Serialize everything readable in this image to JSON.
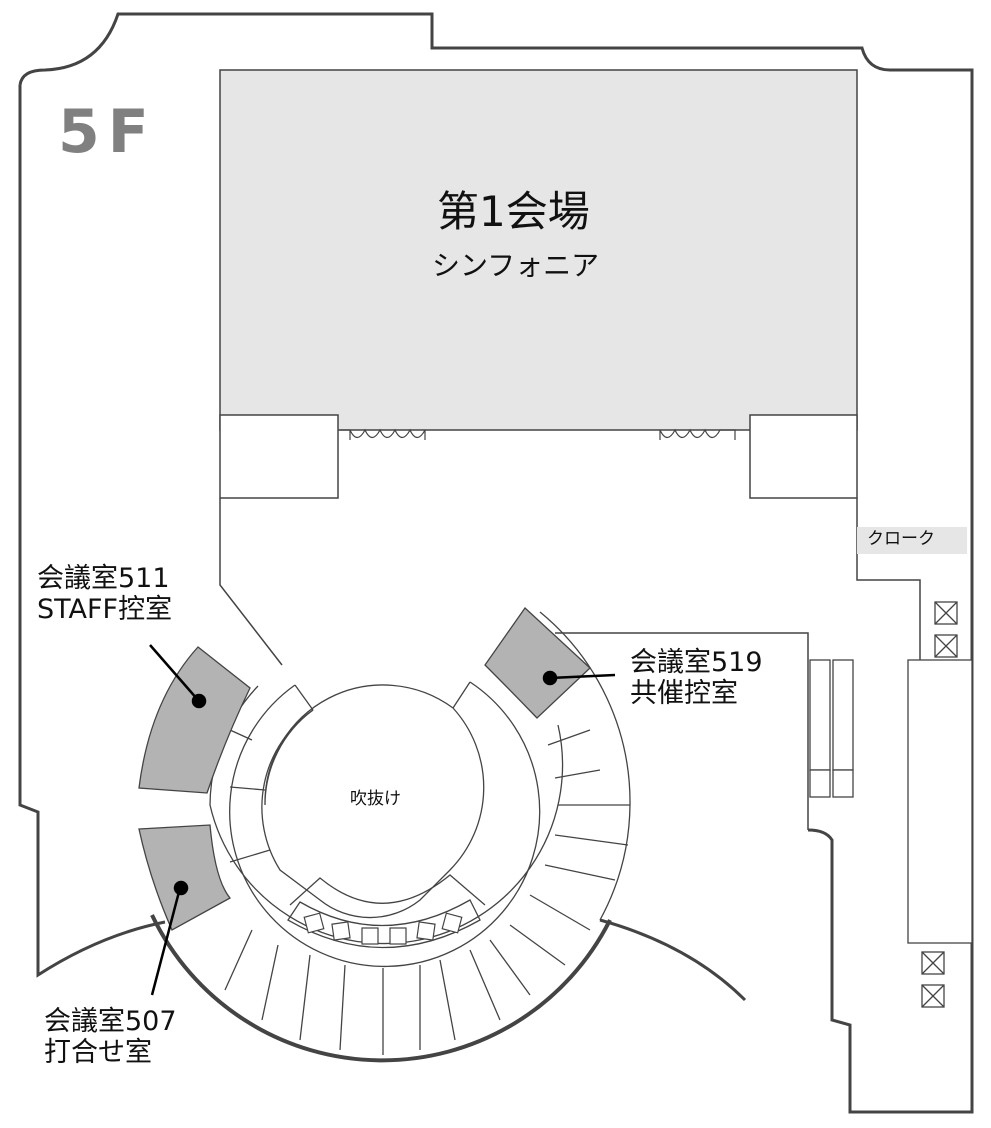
{
  "floor": "5F",
  "main_hall": {
    "title": "第1会場",
    "subtitle": "シンフォニア"
  },
  "cloak": "クローク",
  "atrium": "吹抜け",
  "rooms": [
    {
      "line1": "会議室511",
      "line2": "STAFF控室"
    },
    {
      "line1": "会議室519",
      "line2": "共催控室"
    },
    {
      "line1": "会議室507",
      "line2": "打合せ室"
    }
  ],
  "colors": {
    "highlight_room": "#b3b3b3",
    "hall": "#e6e6e6",
    "wall": "#444444",
    "floor_label": "#808080"
  }
}
